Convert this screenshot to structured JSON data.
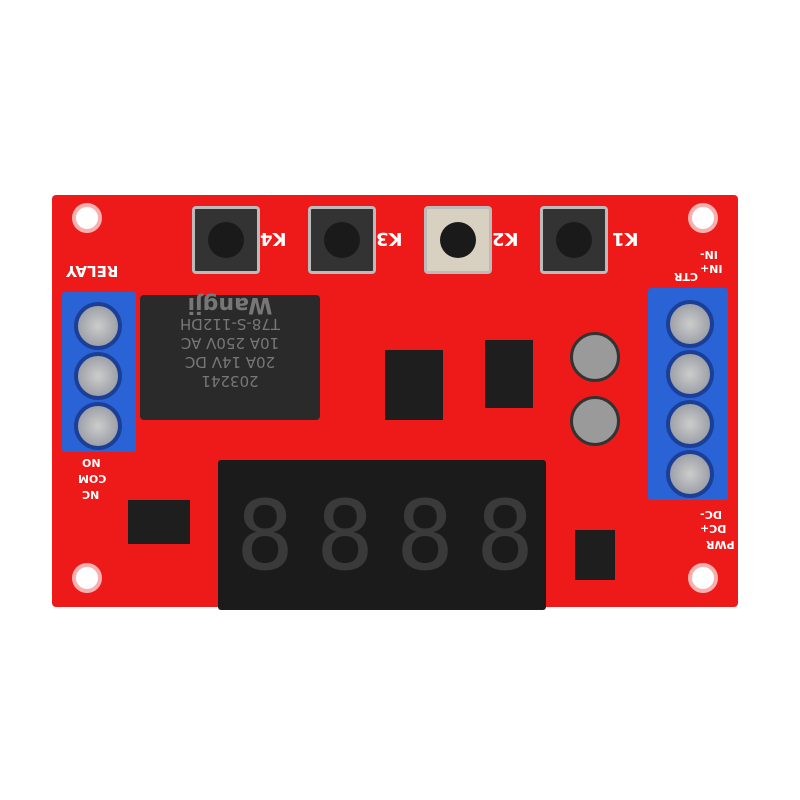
{
  "board": {
    "color": "#ee1a1a",
    "buttons": [
      "K4",
      "K3",
      "K2",
      "K1"
    ],
    "relay_label": "RELAY",
    "relay_terminals": [
      "NO",
      "COM",
      "NC"
    ],
    "input_labels": [
      "IN-",
      "IN+",
      "CTR"
    ],
    "power_labels": [
      "DC-",
      "DC+",
      "PWR"
    ],
    "relay": {
      "brand": "Wangji",
      "model": "T78-S-112DH",
      "rating_ac": "10A 250V AC",
      "rating_dc": "20A 14V DC",
      "code": "203241"
    },
    "display": {
      "digits": [
        "8",
        "8",
        "8",
        "8"
      ]
    }
  }
}
